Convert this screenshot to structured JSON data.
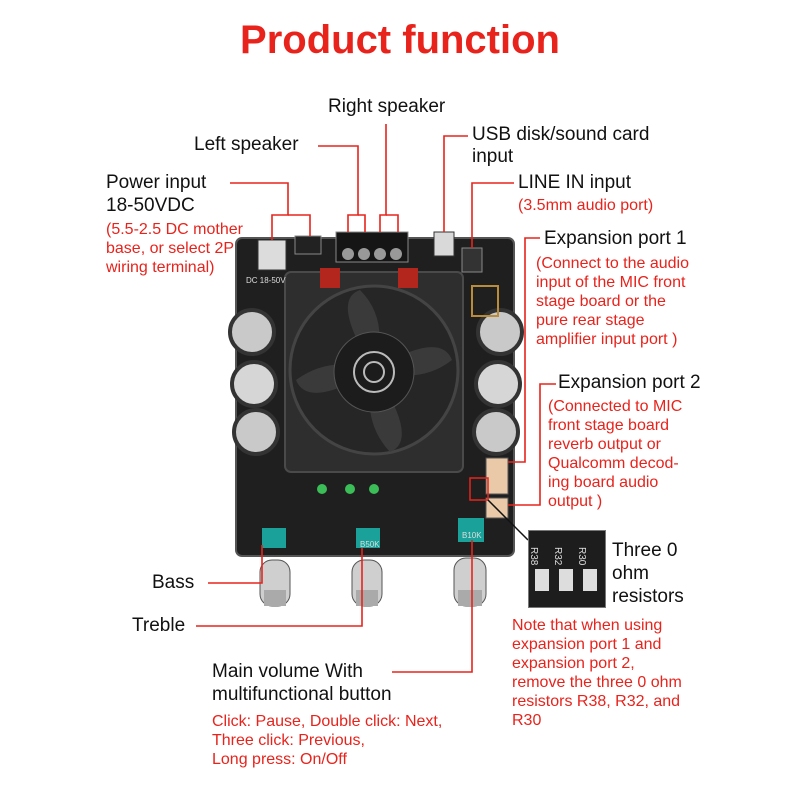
{
  "title": "Product function",
  "labels": {
    "right_speaker": "Right speaker",
    "left_speaker": "Left speaker",
    "usb": [
      "USB disk/sound card",
      "input"
    ],
    "power": [
      "Power input",
      "18-50VDC"
    ],
    "power_note": [
      "(5.5-2.5 DC mother",
      "base, or select 2P",
      "wiring terminal)"
    ],
    "line_in": "LINE IN input",
    "line_in_note": "(3.5mm audio port)",
    "exp1": "Expansion port 1",
    "exp1_note": [
      "(Connect to the audio",
      "input of the MIC front",
      "stage board or the",
      "pure rear stage",
      "amplifier input port )"
    ],
    "exp2": "Expansion port 2",
    "exp2_note": [
      "(Connected to MIC",
      "front stage board",
      "reverb output or",
      "Qualcomm decod-",
      "ing board audio",
      "output )"
    ],
    "bass": "Bass",
    "treble": "Treble",
    "main_volume": [
      "Main volume With",
      "multifunctional button"
    ],
    "main_volume_note": [
      "Click: Pause, Double click: Next,",
      "Three click: Previous,",
      "Long press: On/Off"
    ],
    "resistors": [
      "Three 0",
      "ohm",
      "resistors"
    ],
    "resistor_note": [
      "Note that when using",
      "expansion port 1 and",
      "expansion port 2,",
      "remove the three 0 ohm",
      "resistors R38, R32, and",
      "R30"
    ]
  },
  "board": {
    "silkscreen_dc": "DC 18-50V",
    "knob_marks": [
      "B50K",
      "B10K"
    ],
    "resistor_codes": [
      "R38",
      "R32",
      "R30"
    ]
  },
  "colors": {
    "title": "#e8231c",
    "note": "#e8231c",
    "leader": "#e8231c",
    "text": "#111111"
  }
}
